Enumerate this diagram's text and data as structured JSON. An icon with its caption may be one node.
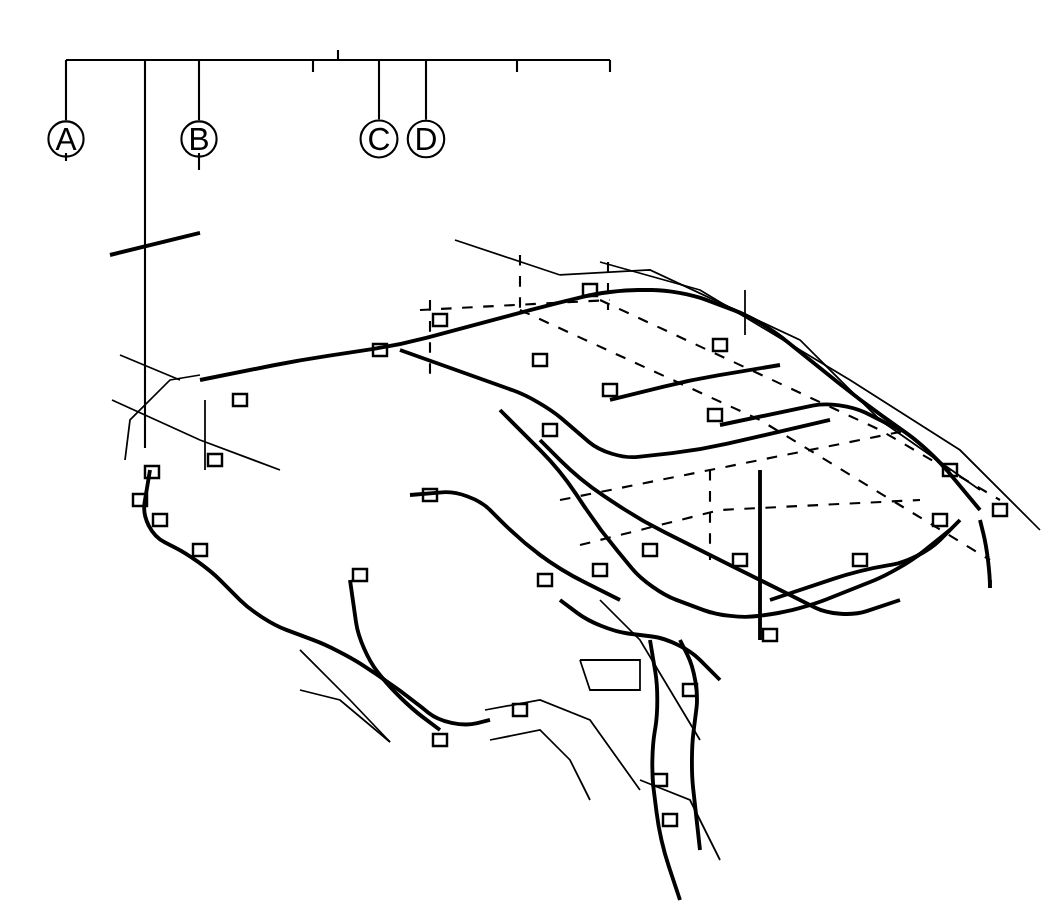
{
  "diagram": {
    "nodes": [
      {
        "text": [],
        "shape": "bar"
      },
      {
        "text": [
          "A"
        ]
      },
      {
        "text": [
          "B"
        ]
      },
      {
        "text": [
          "C"
        ]
      },
      {
        "text": [
          "D"
        ]
      }
    ],
    "edges": [
      {
        "from": 0,
        "to": 1,
        "arrow": "none"
      },
      {
        "from": 0,
        "to": null,
        "arrow": "none"
      },
      {
        "from": 0,
        "to": 2,
        "arrow": "none"
      },
      {
        "from": 0,
        "to": 3,
        "arrow": "none"
      },
      {
        "from": 0,
        "to": 4,
        "arrow": "none"
      }
    ]
  }
}
